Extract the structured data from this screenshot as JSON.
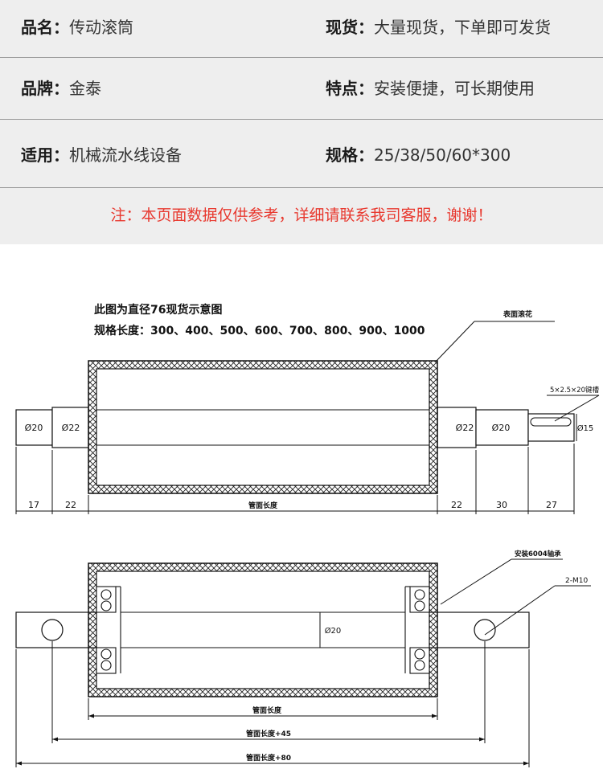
{
  "info": {
    "rows": [
      {
        "left_key": "品名：",
        "left_value": "传动滚筒",
        "right_key": "现货：",
        "right_value": "大量现货，下单即可发货"
      },
      {
        "left_key": "品牌：",
        "left_value": "金泰",
        "right_key": "特点：",
        "right_value": "安装便捷，可长期使用"
      },
      {
        "left_key": "适用：",
        "left_value": "机械流水线设备",
        "right_key": "规格：",
        "right_value": "25/38/50/60*300"
      }
    ],
    "note": "注：本页面数据仅供参考，详细请联系我司客服，谢谢！"
  },
  "drawing": {
    "title": "此图为直径76现货示意图",
    "spec_lengths": "规格长度：300、400、500、600、700、800、900、1000",
    "surface_label": "表面滚花",
    "keyway_label": "5×2.5×20键槽",
    "top_diameters": {
      "left_shaft": "Ø20",
      "left_step": "Ø22",
      "right_step": "Ø22",
      "right_shaft": "Ø20",
      "keyed_end": "Ø15"
    },
    "top_dims": {
      "d1": "17",
      "d2": "22",
      "tube": "管面长度",
      "d3": "22",
      "d4": "30",
      "d5": "27"
    },
    "bearing_label": "安装6004轴承",
    "holes_label": "2-M10",
    "bottom_diameter": "Ø20",
    "bottom_dims": {
      "tube": "管面长度",
      "plus45": "管面长度+45",
      "plus80": "管面长度+80"
    }
  }
}
